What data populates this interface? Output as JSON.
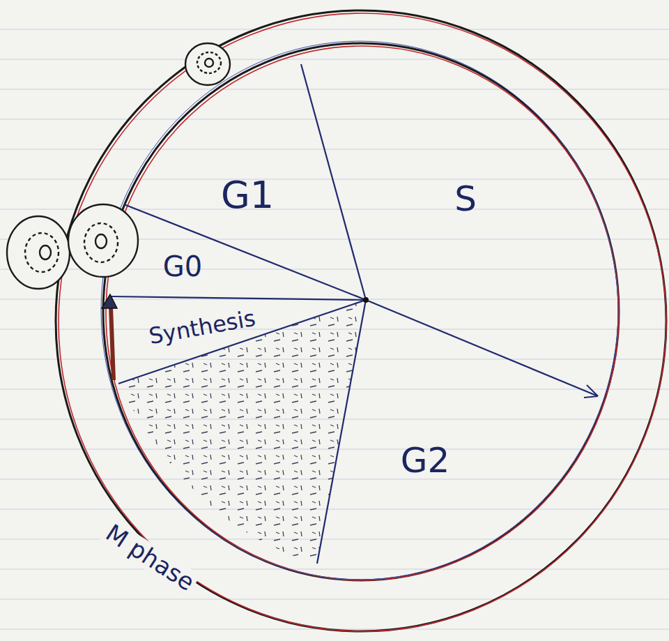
{
  "diagram": {
    "labels": [
      "G1",
      "S",
      "G0",
      "Synthesis",
      "G2",
      "M phase"
    ]
  }
}
